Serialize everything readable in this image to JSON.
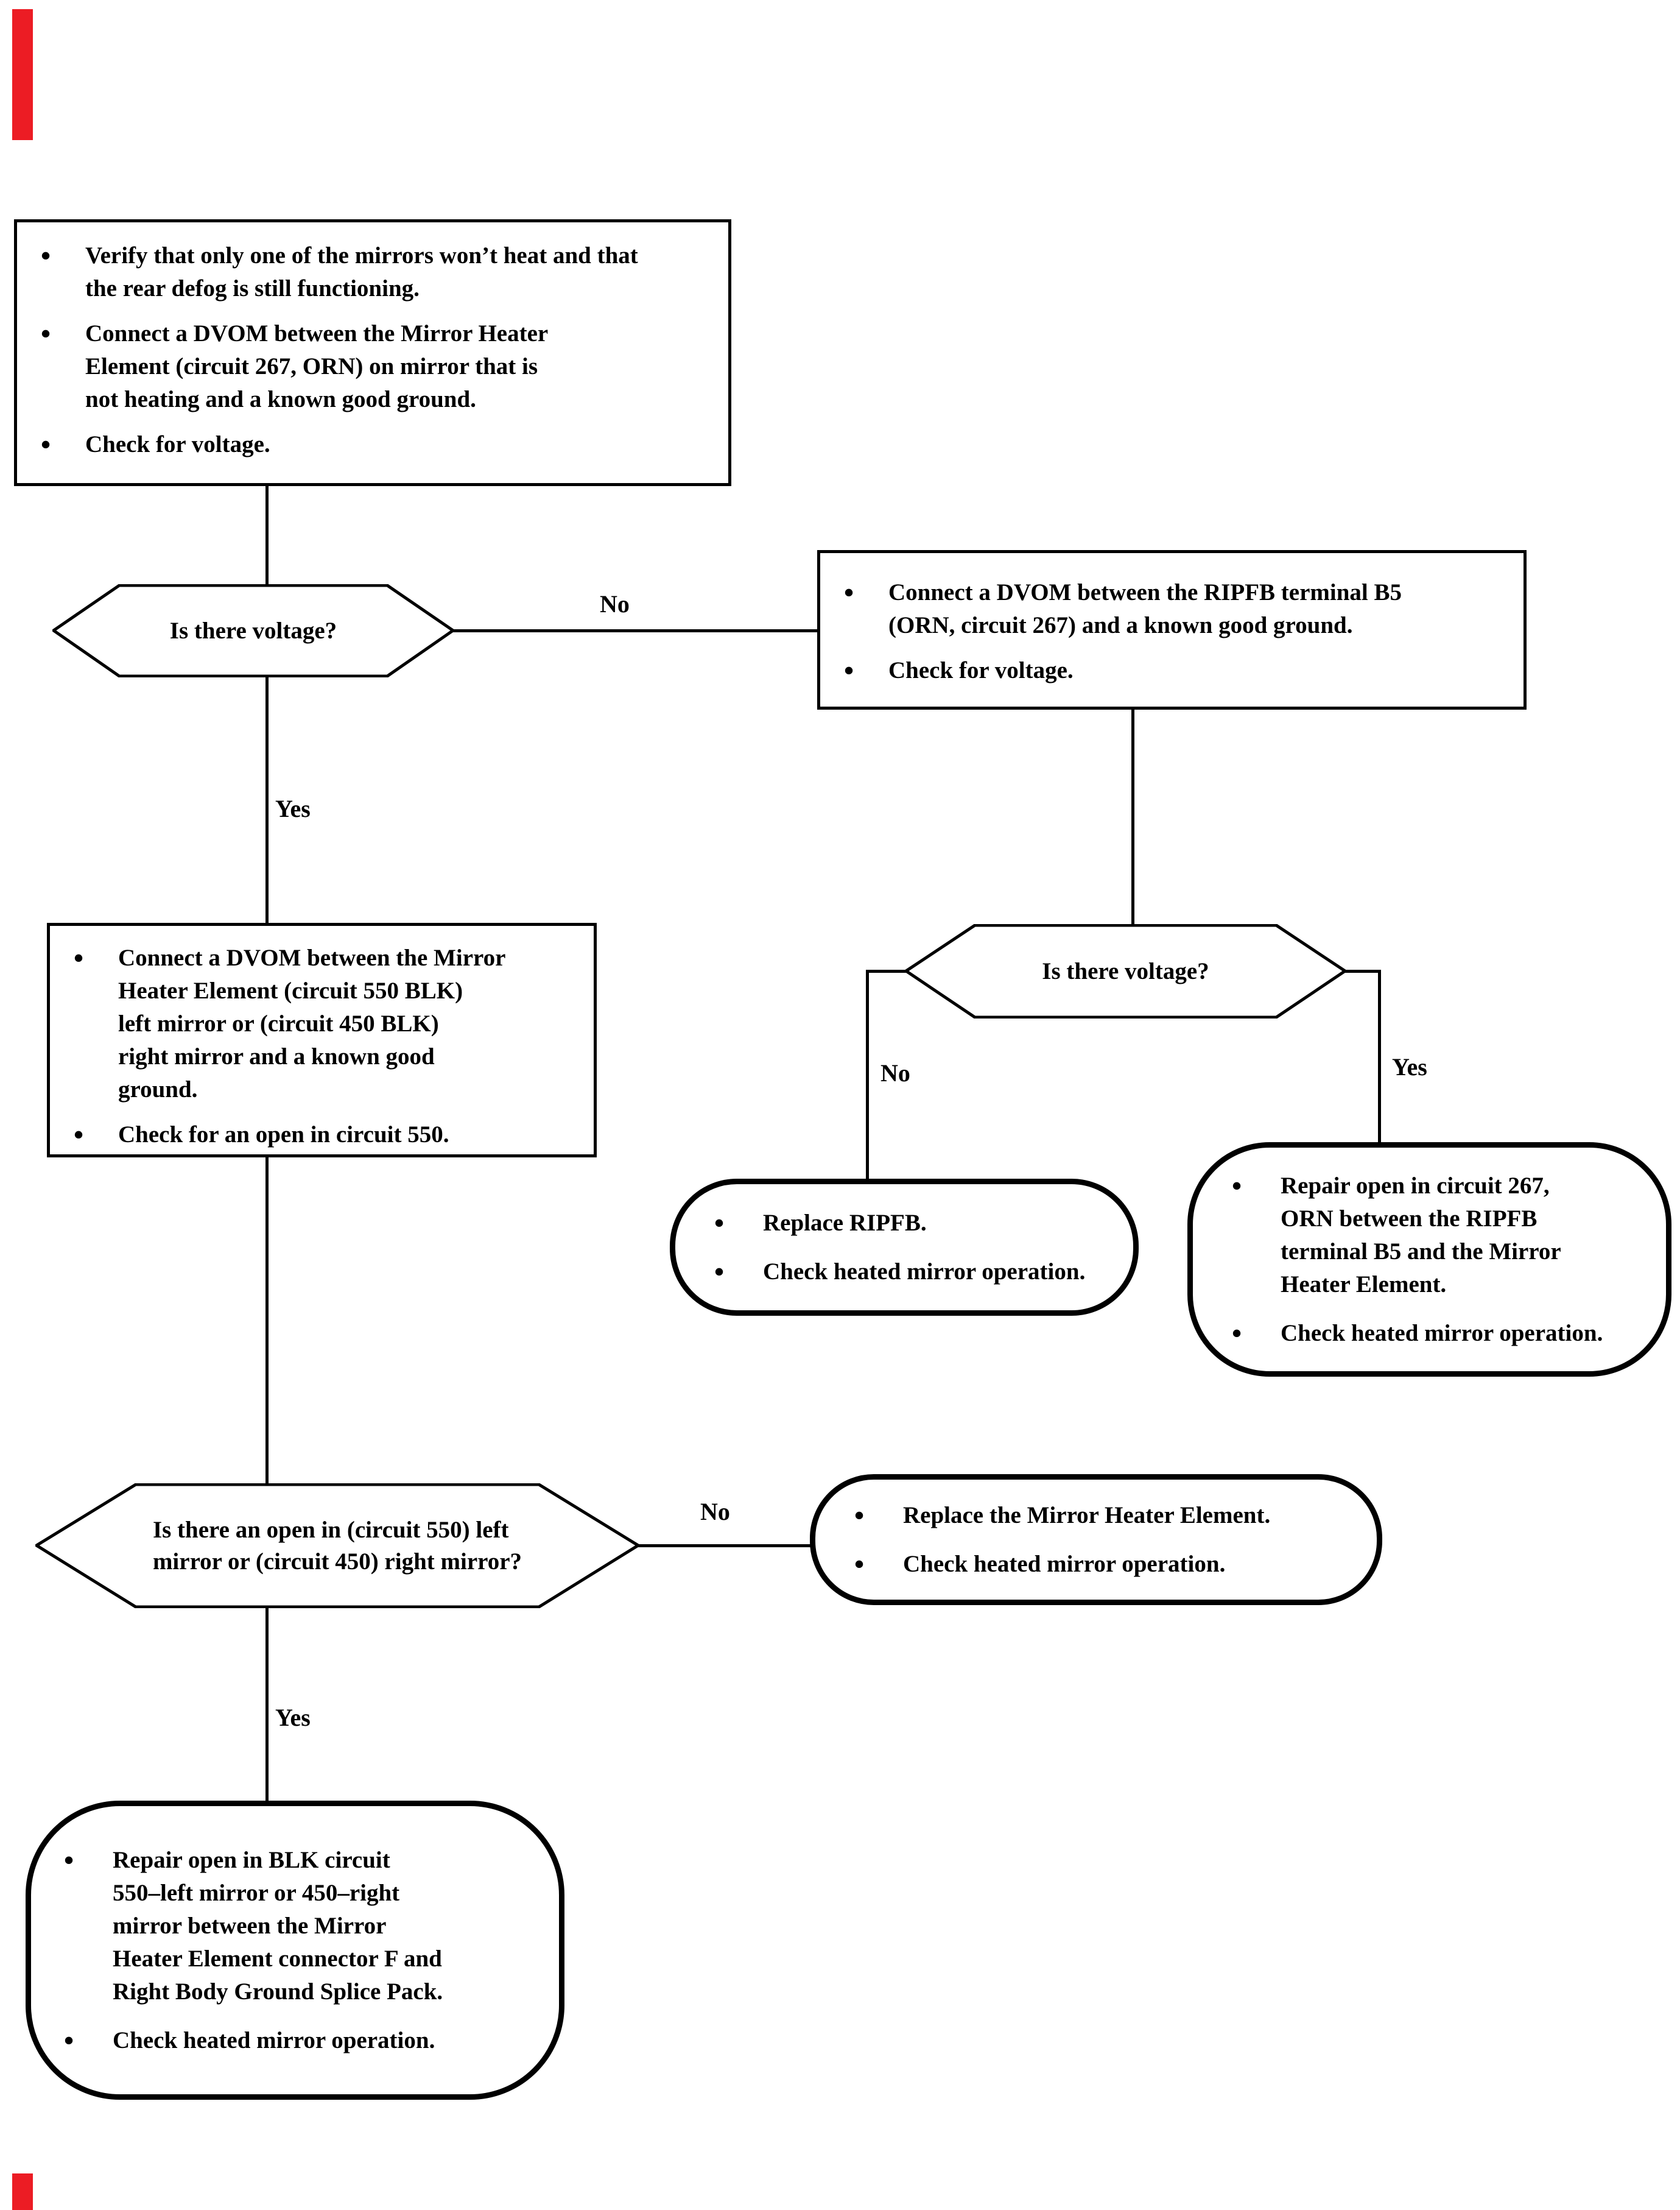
{
  "ui": {
    "bullet_char": "•"
  },
  "colors": {
    "line": "#000000",
    "red_mark": "#ec1c24",
    "background": "#ffffff"
  },
  "nodes": {
    "box_verify": {
      "bullets": [
        "Verify that only one of the mirrors won’t heat and that\nthe rear defog is still functioning.",
        "Connect a DVOM between the Mirror Heater\nElement (circuit 267, ORN) on mirror that is\nnot heating and a known good ground.",
        "Check for voltage."
      ]
    },
    "hex_voltage_1": {
      "question": "Is there voltage?"
    },
    "box_ripfb": {
      "bullets": [
        "Connect a DVOM between the RIPFB terminal B5\n(ORN, circuit 267) and a known good ground.",
        "Check for voltage."
      ]
    },
    "box_dvom_550": {
      "bullets": [
        "Connect a DVOM between the Mirror\nHeater Element (circuit 550 BLK)\nleft mirror or (circuit 450 BLK)\nright mirror and a known good\nground.",
        "Check for an open in circuit 550."
      ]
    },
    "hex_voltage_2": {
      "question": "Is there voltage?"
    },
    "round_replace_ripfb": {
      "bullets": [
        "Replace RIPFB.",
        "Check heated mirror operation."
      ]
    },
    "round_repair_267": {
      "bullets": [
        "Repair open in circuit 267,\nORN between the RIPFB\nterminal B5 and the Mirror\nHeater Element.",
        "Check heated mirror operation."
      ]
    },
    "hex_open_550": {
      "question": "Is there an open in (circuit 550) left\nmirror or (circuit 450) right mirror?"
    },
    "round_replace_element": {
      "bullets": [
        "Replace the Mirror Heater Element.",
        "Check heated mirror operation."
      ]
    },
    "round_repair_blk": {
      "bullets": [
        "Repair open in BLK circuit\n550–left mirror or 450–right\nmirror between the Mirror\nHeater Element connector F and\nRight Body Ground Splice Pack.",
        "Check heated mirror operation."
      ]
    }
  },
  "labels": {
    "no1": "No",
    "yes1": "Yes",
    "no2": "No",
    "yes2": "Yes",
    "no3": "No",
    "yes3": "Yes"
  }
}
